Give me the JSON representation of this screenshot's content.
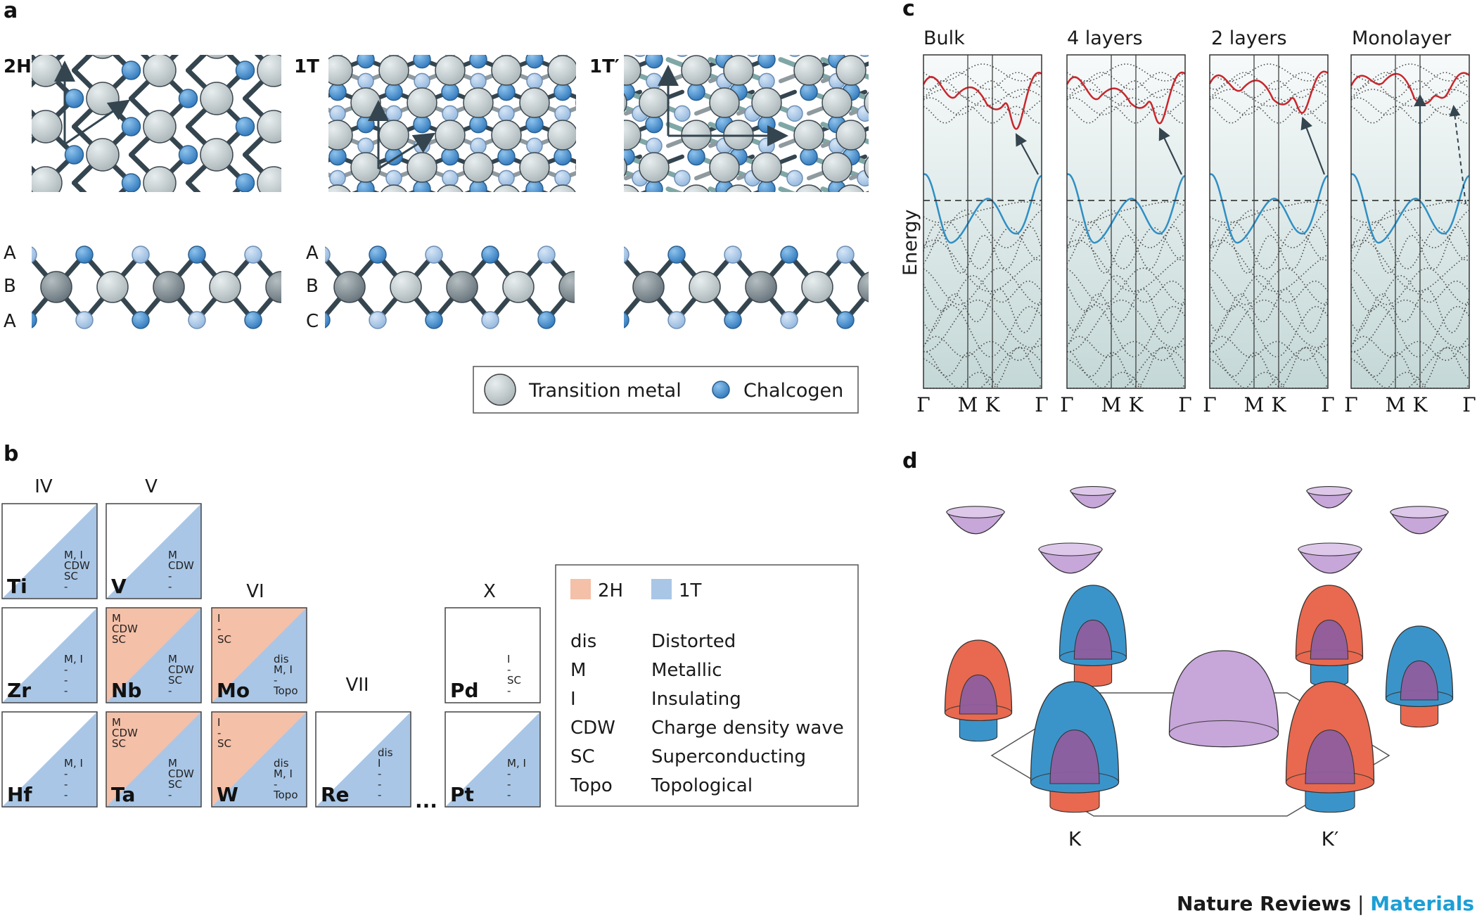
{
  "panel_labels": [
    "a",
    "b",
    "c",
    "d"
  ],
  "panel_a": {
    "phases": [
      "2H",
      "1T",
      "1T′"
    ],
    "stack_2h": [
      "A",
      "B",
      "A"
    ],
    "stack_1t": [
      "A",
      "B",
      "C"
    ],
    "legend": {
      "metal": "Transition metal",
      "chalcogen": "Chalcogen"
    },
    "colors": {
      "metal": "#c9d2d3",
      "metal_dark": "#8f999c",
      "chalcogen": "#4a93d0",
      "chalcogen_light": "#a9c6e6",
      "bond": "#34454f",
      "bond_teal": "#6ea0a0"
    }
  },
  "panel_b": {
    "groups": [
      "IV",
      "V",
      "VI",
      "VII",
      "X"
    ],
    "elements": [
      {
        "sym": "Ti",
        "type": "1T",
        "upper": [],
        "lower": [
          "M, I",
          "CDW",
          "SC",
          "-"
        ]
      },
      {
        "sym": "V",
        "type": "1T",
        "upper": [],
        "lower": [
          "M",
          "CDW",
          "-",
          "-"
        ]
      },
      {
        "sym": "Zr",
        "type": "1T",
        "upper": [],
        "lower": [
          "M, I",
          "-",
          "-",
          "-"
        ]
      },
      {
        "sym": "Nb",
        "type": "both",
        "upper": [
          "M",
          "CDW",
          "SC"
        ],
        "lower": [
          "M",
          "CDW",
          "SC",
          "-"
        ]
      },
      {
        "sym": "Mo",
        "type": "both",
        "upper": [
          "I",
          "-",
          "SC"
        ],
        "lower": [
          "dis",
          "M, I",
          "-",
          "Topo"
        ]
      },
      {
        "sym": "Pd",
        "type": "none",
        "upper": [],
        "lower": [
          "I",
          "-",
          "SC",
          "-"
        ]
      },
      {
        "sym": "Hf",
        "type": "1T",
        "upper": [],
        "lower": [
          "M, I",
          "-",
          "-",
          "-"
        ]
      },
      {
        "sym": "Ta",
        "type": "both",
        "upper": [
          "M",
          "CDW",
          "SC"
        ],
        "lower": [
          "M",
          "CDW",
          "SC",
          "-"
        ]
      },
      {
        "sym": "W",
        "type": "both",
        "upper": [
          "I",
          "-",
          "SC"
        ],
        "lower": [
          "dis",
          "M, I",
          "-",
          "Topo"
        ]
      },
      {
        "sym": "Re",
        "type": "1T",
        "upper": [],
        "lower": [
          "dis",
          "I",
          "-",
          "-",
          "-"
        ]
      },
      {
        "sym": "Pt",
        "type": "1T",
        "upper": [],
        "lower": [
          "M, I",
          "-",
          "-",
          "-"
        ]
      }
    ],
    "ellipsis": "...",
    "legend_phases": [
      {
        "label": "2H",
        "color": "#f4c0a8"
      },
      {
        "label": "1T",
        "color": "#a9c6e6"
      }
    ],
    "legend_terms": [
      {
        "abbr": "dis",
        "desc": "Distorted"
      },
      {
        "abbr": "M",
        "desc": "Metallic"
      },
      {
        "abbr": "I",
        "desc": "Insulating"
      },
      {
        "abbr": "CDW",
        "desc": "Charge density wave"
      },
      {
        "abbr": "SC",
        "desc": "Superconducting"
      },
      {
        "abbr": "Topo",
        "desc": "Topological"
      }
    ]
  },
  "panel_c": {
    "titles": [
      "Bulk",
      "4 layers",
      "2 layers",
      "Monolayer"
    ],
    "ylabel": "Energy",
    "kpoints": [
      "Γ",
      "M",
      "K",
      "Γ"
    ],
    "colors": {
      "conduction": "#c8262c",
      "valence": "#2f8fc4",
      "bg_top": "#f2f7f7",
      "bg_bottom": "#c6d9d8"
    }
  },
  "panel_d": {
    "valley_labels": [
      "K",
      "K′"
    ],
    "colors": {
      "red": "#e8694f",
      "blue": "#3b94c9",
      "purple": "#c7a6d9",
      "overlap": "#8f5e9f"
    }
  },
  "journal": {
    "name": "Nature Reviews",
    "sep": " | ",
    "sub": "Materials",
    "sub_color": "#1c9fd6"
  }
}
